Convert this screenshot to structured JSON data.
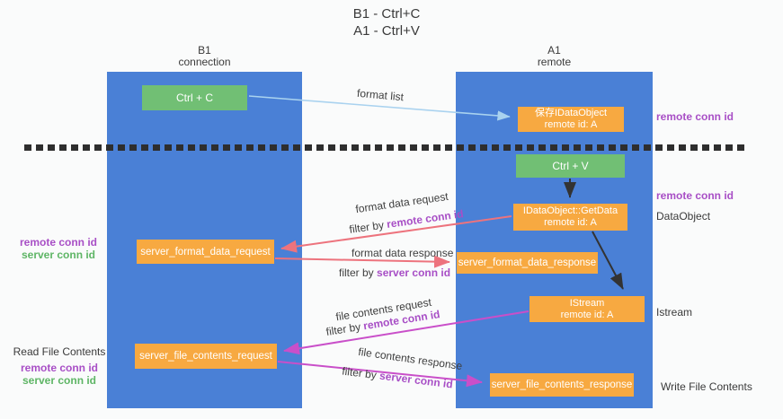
{
  "title": {
    "line1": "B1 - Ctrl+C",
    "line2": "A1 - Ctrl+V"
  },
  "columns": {
    "left": {
      "name": "B1",
      "role": "connection"
    },
    "right": {
      "name": "A1",
      "role": "remote"
    }
  },
  "nodes": {
    "ctrl_c": {
      "label": "Ctrl + C"
    },
    "save_idataobject": {
      "line1": "保存IDataObject",
      "line2": "remote id: A"
    },
    "ctrl_v": {
      "label": "Ctrl + V"
    },
    "getdata": {
      "line1": "IDataObject::GetData",
      "line2": "remote id: A"
    },
    "server_format_data_request": {
      "label": "server_format_data_request"
    },
    "server_format_data_response": {
      "label": "server_format_data_response"
    },
    "istream": {
      "line1": "IStream",
      "line2": "remote id: A"
    },
    "server_file_contents_request": {
      "label": "server_file_contents_request"
    },
    "server_file_contents_response": {
      "label": "server_file_contents_response"
    }
  },
  "edges": {
    "format_list": {
      "label": "format list"
    },
    "format_data_request": {
      "label": "format data request",
      "filter_prefix": "filter by",
      "filter_key": "remote conn id"
    },
    "format_data_response": {
      "label": "format data response",
      "filter_prefix": "filter by",
      "filter_key": "server conn id"
    },
    "file_contents_request": {
      "label": "file contents request",
      "filter_prefix": "filter by",
      "filter_key": "remote conn id"
    },
    "file_contents_response": {
      "label": "file contents response",
      "filter_prefix": "filter by",
      "filter_key": "server conn id"
    }
  },
  "annotations": {
    "right_top_remote_conn_id": "remote conn id",
    "right_mid_remote_conn_id": "remote conn id",
    "dataobject": "DataObject",
    "istream": "Istream",
    "write_file_contents": "Write File Contents",
    "left_mid": {
      "remote": "remote conn id",
      "server": "server conn id"
    },
    "left_bottom": {
      "title": "Read File Contents",
      "remote": "remote conn id",
      "server": "server conn id"
    }
  },
  "colors": {
    "column_blue": "#4a80d6",
    "box_green": "#71bf74",
    "box_orange": "#f7a941",
    "arrow_light_blue": "#a9d2ef",
    "arrow_salmon": "#ed737d",
    "arrow_magenta": "#c94fc9",
    "arrow_black": "#333333",
    "text_purple": "#a84fc6",
    "text_green": "#5eb565",
    "text_dark": "#3a3a3a",
    "dashed_line": "#2e2e2e"
  }
}
